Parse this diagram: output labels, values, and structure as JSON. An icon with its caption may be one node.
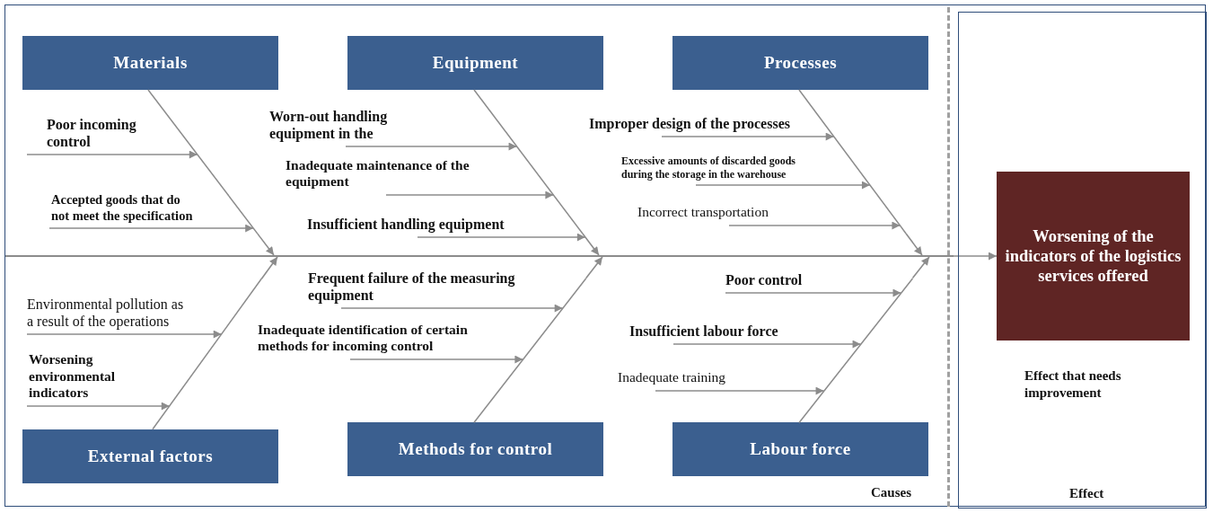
{
  "diagram": {
    "nodes": [
      {
        "text": [
          "Materials"
        ]
      },
      {
        "text": [
          "Equipment"
        ]
      },
      {
        "text": [
          "Processes"
        ]
      },
      {
        "text": [
          "External factors"
        ]
      },
      {
        "text": [
          "Methods for control"
        ]
      },
      {
        "text": [
          "Labour force"
        ]
      },
      {
        "text": [
          "Effect that needs improvement",
          "Effect"
        ]
      },
      {
        "text": [
          "Worsening of the indicators of the logistics services offered"
        ],
        "in": 6
      },
      {
        "text": [
          "Poor incoming control"
        ]
      },
      {
        "text": [
          "Accepted goods that do not meet the specification"
        ]
      },
      {
        "text": [
          "Environmental pollution as a result of the operations"
        ]
      },
      {
        "text": [
          "Worsening environmental indicators"
        ]
      },
      {
        "text": [
          "Worn-out handling equipment in the"
        ]
      },
      {
        "text": [
          "Inadequate maintenance of the equipment"
        ]
      },
      {
        "text": [
          "Insufficient handling equipment"
        ]
      },
      {
        "text": [
          "Frequent failure of the measuring equipment"
        ]
      },
      {
        "text": [
          "Inadequate identification of certain methods for incoming control"
        ]
      },
      {
        "text": [
          "Improper design of the processes"
        ]
      },
      {
        "text": [
          "Excessive amounts of discarded goods during the storage in the warehouse"
        ]
      },
      {
        "text": [
          "Incorrect transportation"
        ]
      },
      {
        "text": [
          "Poor control"
        ]
      },
      {
        "text": [
          "Insufficient labour force"
        ]
      },
      {
        "text": [
          "Inadequate training"
        ]
      },
      {
        "text": [],
        "shape": "line"
      },
      {
        "text": [],
        "shape": "line"
      },
      {
        "text": [],
        "shape": "line"
      },
      {
        "text": [],
        "shape": "line"
      },
      {
        "text": [],
        "shape": "line"
      },
      {
        "text": [],
        "shape": "line"
      },
      {
        "text": [],
        "shape": "line"
      }
    ],
    "edges": [
      {
        "from": 8,
        "to": 23,
        "arrow": "to"
      },
      {
        "from": 9,
        "to": 23,
        "arrow": "to"
      },
      {
        "from": 10,
        "to": 26,
        "arrow": "to"
      },
      {
        "from": 11,
        "to": 26,
        "arrow": "to"
      },
      {
        "from": 12,
        "to": 24,
        "arrow": "to"
      },
      {
        "from": 13,
        "to": 24,
        "arrow": "to"
      },
      {
        "from": 14,
        "to": 24,
        "arrow": "to"
      },
      {
        "from": 15,
        "to": 27,
        "arrow": "to"
      },
      {
        "from": 16,
        "to": 27,
        "arrow": "to"
      },
      {
        "from": 17,
        "to": 25,
        "arrow": "to"
      },
      {
        "from": 18,
        "to": 25,
        "arrow": "to"
      },
      {
        "from": 19,
        "to": 25,
        "arrow": "to"
      },
      {
        "from": 20,
        "to": 28,
        "arrow": "to"
      },
      {
        "from": 21,
        "to": 28,
        "arrow": "to"
      },
      {
        "from": 22,
        "to": 28,
        "arrow": "to"
      },
      {
        "from": 23,
        "to": 29,
        "arrow": "to"
      },
      {
        "from": 24,
        "to": 29,
        "arrow": "to"
      },
      {
        "from": 25,
        "to": 29,
        "arrow": "to"
      },
      {
        "from": 26,
        "to": 29,
        "arrow": "to"
      },
      {
        "from": 27,
        "to": 29,
        "arrow": "to"
      },
      {
        "from": 28,
        "to": 29,
        "arrow": "to"
      },
      {
        "from": 29,
        "to": 7,
        "arrow": "to"
      }
    ],
    "labels": [
      "Causes"
    ]
  }
}
